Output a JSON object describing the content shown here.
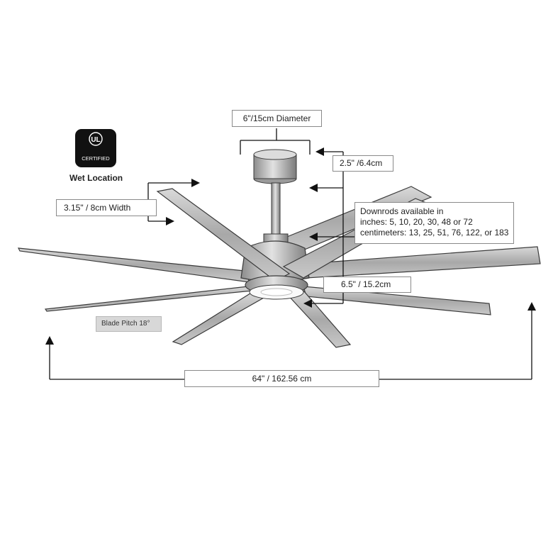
{
  "diameter_label": "6\"/15cm Diameter",
  "canopy_height_label": "2.5\" /6.4cm",
  "blade_width_label": "3.15\" / 8cm Width",
  "downrods": {
    "line1": "Downrods available in",
    "line2": "inches: 5, 10, 20, 30, 48 or 72",
    "line3": "centimeters: 13, 25, 51, 76, 122, or 183"
  },
  "light_kit_label": "6.5\" / 15.2cm",
  "blade_pitch_label": "Blade Pitch 18°",
  "span_label": "64\" / 162.56 cm",
  "certification": {
    "mark": "UL",
    "text": "CERTIFIED",
    "location_rating": "Wet Location"
  },
  "blade_count": 8,
  "colors": {
    "finish": "#b9b9b9",
    "finish_dark": "#7d7d7d",
    "outline": "#3a3a3a",
    "light": "#fafafa",
    "badge": "#111111"
  }
}
